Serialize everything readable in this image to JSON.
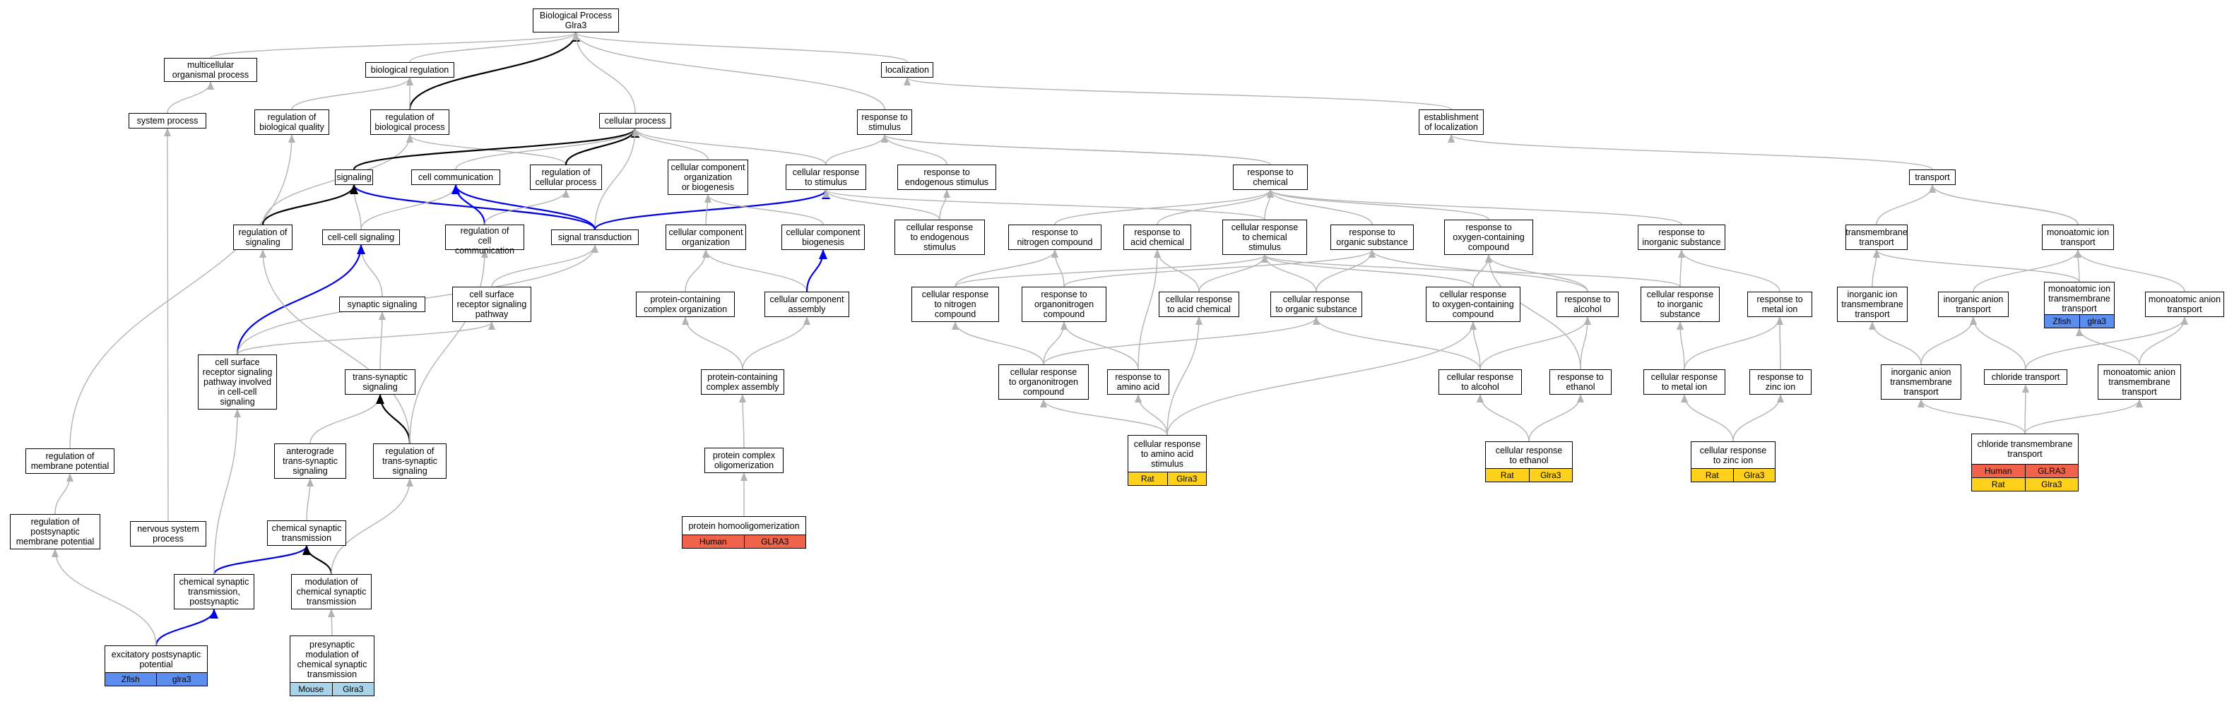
{
  "colors": {
    "edge_gray": "#b3b3b3",
    "edge_black": "#000000",
    "edge_blue": "#0000ee",
    "human": "#f0634a",
    "rat": "#ffd11a",
    "zebrafish": "#5b8def",
    "mouse": "#a9d3e8"
  },
  "nodes": [
    {
      "id": "n1",
      "label": "Biological Process\nGlra3"
    },
    {
      "id": "n2",
      "label": "multicellular\norganismal process"
    },
    {
      "id": "n3",
      "label": "biological regulation"
    },
    {
      "id": "n4",
      "label": "localization"
    },
    {
      "id": "n5",
      "label": "system process"
    },
    {
      "id": "n6",
      "label": "regulation of\nbiological quality"
    },
    {
      "id": "n7",
      "label": "regulation of\nbiological process"
    },
    {
      "id": "n8",
      "label": "cellular process"
    },
    {
      "id": "n9",
      "label": "response to\nstimulus"
    },
    {
      "id": "n10",
      "label": "establishment\nof localization"
    },
    {
      "id": "n11",
      "label": "signaling"
    },
    {
      "id": "n12",
      "label": "cell communication"
    },
    {
      "id": "n13",
      "label": "regulation of\ncellular process"
    },
    {
      "id": "n14",
      "label": "cellular component\norganization\nor biogenesis"
    },
    {
      "id": "n15",
      "label": "cellular response\nto stimulus"
    },
    {
      "id": "n16",
      "label": "response to\nendogenous stimulus"
    },
    {
      "id": "n17",
      "label": "response to\nchemical"
    },
    {
      "id": "n18",
      "label": "transport"
    },
    {
      "id": "n19",
      "label": "regulation of\nsignaling"
    },
    {
      "id": "n20",
      "label": "cell-cell signaling"
    },
    {
      "id": "n21",
      "label": "regulation of\ncell communication"
    },
    {
      "id": "n22",
      "label": "signal transduction"
    },
    {
      "id": "n23",
      "label": "cellular component\norganization"
    },
    {
      "id": "n24",
      "label": "cellular component\nbiogenesis"
    },
    {
      "id": "n25",
      "label": "cellular response\nto endogenous\nstimulus"
    },
    {
      "id": "n26",
      "label": "response to\nnitrogen compound"
    },
    {
      "id": "n27",
      "label": "response to\nacid chemical"
    },
    {
      "id": "n28",
      "label": "cellular response\nto chemical\nstimulus"
    },
    {
      "id": "n29",
      "label": "response to\norganic substance"
    },
    {
      "id": "n30",
      "label": "response to\noxygen-containing\ncompound"
    },
    {
      "id": "n31",
      "label": "response to\ninorganic substance"
    },
    {
      "id": "n32",
      "label": "transmembrane\ntransport"
    },
    {
      "id": "n33",
      "label": "monoatomic ion\ntransport"
    },
    {
      "id": "n34",
      "label": "synaptic signaling"
    },
    {
      "id": "n35",
      "label": "cell surface\nreceptor signaling\npathway"
    },
    {
      "id": "n36",
      "label": "protein-containing\ncomplex organization"
    },
    {
      "id": "n37",
      "label": "cellular component\nassembly"
    },
    {
      "id": "n38",
      "label": "cellular response\nto nitrogen\ncompound"
    },
    {
      "id": "n39",
      "label": "response to\norganonitrogen\ncompound"
    },
    {
      "id": "n40",
      "label": "cellular response\nto acid chemical"
    },
    {
      "id": "n41",
      "label": "cellular response\nto organic substance"
    },
    {
      "id": "n42",
      "label": "cellular response\nto oxygen-containing\ncompound"
    },
    {
      "id": "n43",
      "label": "response to\nalcohol"
    },
    {
      "id": "n44",
      "label": "cellular response\nto inorganic\nsubstance"
    },
    {
      "id": "n45",
      "label": "response to\nmetal ion"
    },
    {
      "id": "n46",
      "label": "inorganic ion\ntransmembrane\ntransport"
    },
    {
      "id": "n47",
      "label": "inorganic anion\ntransport"
    },
    {
      "id": "n48",
      "label": "monoatomic ion\ntransmembrane\ntransport",
      "tags": [
        {
          "text": "Zfish",
          "color": "zebrafish"
        },
        {
          "text": "glra3",
          "color": "zebrafish"
        }
      ]
    },
    {
      "id": "n49",
      "label": "monoatomic anion\ntransport"
    },
    {
      "id": "n50",
      "label": "cell surface\nreceptor signaling\npathway involved\nin cell-cell\nsignaling"
    },
    {
      "id": "n51",
      "label": "trans-synaptic\nsignaling"
    },
    {
      "id": "n52",
      "label": "protein-containing\ncomplex assembly"
    },
    {
      "id": "n53",
      "label": "cellular response\nto organonitrogen\ncompound"
    },
    {
      "id": "n54",
      "label": "response to\namino acid"
    },
    {
      "id": "n55",
      "label": "cellular response\nto alcohol"
    },
    {
      "id": "n56",
      "label": "response to\nethanol"
    },
    {
      "id": "n57",
      "label": "cellular response\nto metal ion"
    },
    {
      "id": "n58",
      "label": "response to\nzinc ion"
    },
    {
      "id": "n59",
      "label": "inorganic anion\ntransmembrane\ntransport"
    },
    {
      "id": "n60",
      "label": "chloride transport"
    },
    {
      "id": "n61",
      "label": "monoatomic anion\ntransmembrane\ntransport"
    },
    {
      "id": "n62",
      "label": "regulation of\nmembrane potential"
    },
    {
      "id": "n63",
      "label": "anterograde\ntrans-synaptic\nsignaling"
    },
    {
      "id": "n64",
      "label": "regulation of\ntrans-synaptic\nsignaling"
    },
    {
      "id": "n65",
      "label": "protein complex\noligomerization"
    },
    {
      "id": "n66",
      "label": "cellular response\nto amino acid\nstimulus",
      "tags": [
        {
          "text": "Rat",
          "color": "rat"
        },
        {
          "text": "Glra3",
          "color": "rat"
        }
      ]
    },
    {
      "id": "n67",
      "label": "cellular response\nto ethanol",
      "tags": [
        {
          "text": "Rat",
          "color": "rat"
        },
        {
          "text": "Glra3",
          "color": "rat"
        }
      ]
    },
    {
      "id": "n68",
      "label": "cellular response\nto zinc ion",
      "tags": [
        {
          "text": "Rat",
          "color": "rat"
        },
        {
          "text": "Glra3",
          "color": "rat"
        }
      ]
    },
    {
      "id": "n69",
      "label": "chloride transmembrane\ntransport",
      "tags": [
        {
          "text": "Human",
          "color": "human"
        },
        {
          "text": "GLRA3",
          "color": "human"
        },
        {
          "text": "Rat",
          "color": "rat"
        },
        {
          "text": "Glra3",
          "color": "rat"
        }
      ]
    },
    {
      "id": "n70",
      "label": "regulation of\npostsynaptic\nmembrane potential"
    },
    {
      "id": "n71",
      "label": "nervous system\nprocess"
    },
    {
      "id": "n72",
      "label": "chemical synaptic\ntransmission"
    },
    {
      "id": "n73",
      "label": "protein homooligomerization",
      "tags": [
        {
          "text": "Human",
          "color": "human"
        },
        {
          "text": "GLRA3",
          "color": "human"
        }
      ]
    },
    {
      "id": "n74",
      "label": "chemical synaptic\ntransmission,\npostsynaptic"
    },
    {
      "id": "n75",
      "label": "modulation of\nchemical synaptic\ntransmission"
    },
    {
      "id": "n76",
      "label": "excitatory postsynaptic\npotential",
      "tags": [
        {
          "text": "Zfish",
          "color": "zebrafish"
        },
        {
          "text": "glra3",
          "color": "zebrafish"
        }
      ]
    },
    {
      "id": "n77",
      "label": "presynaptic\nmodulation of\nchemical synaptic\ntransmission",
      "tags": [
        {
          "text": "Mouse",
          "color": "mouse"
        },
        {
          "text": "Glra3",
          "color": "mouse"
        }
      ]
    }
  ],
  "edges": [
    {
      "from": "n2",
      "to": "n1",
      "style": "gray"
    },
    {
      "from": "n3",
      "to": "n1",
      "style": "gray"
    },
    {
      "from": "n4",
      "to": "n1",
      "style": "gray"
    },
    {
      "from": "n7",
      "to": "n1",
      "style": "black"
    },
    {
      "from": "n8",
      "to": "n1",
      "style": "gray"
    },
    {
      "from": "n9",
      "to": "n1",
      "style": "gray"
    },
    {
      "from": "n5",
      "to": "n2",
      "style": "gray"
    },
    {
      "from": "n6",
      "to": "n3",
      "style": "gray"
    },
    {
      "from": "n7",
      "to": "n3",
      "style": "gray"
    },
    {
      "from": "n10",
      "to": "n4",
      "style": "gray"
    },
    {
      "from": "n13",
      "to": "n7",
      "style": "gray"
    },
    {
      "from": "n19",
      "to": "n7",
      "style": "gray"
    },
    {
      "from": "n11",
      "to": "n8",
      "style": "black"
    },
    {
      "from": "n12",
      "to": "n8",
      "style": "gray"
    },
    {
      "from": "n13",
      "to": "n8",
      "style": "black"
    },
    {
      "from": "n14",
      "to": "n8",
      "style": "gray"
    },
    {
      "from": "n15",
      "to": "n8",
      "style": "gray"
    },
    {
      "from": "n22",
      "to": "n8",
      "style": "gray"
    },
    {
      "from": "n15",
      "to": "n9",
      "style": "gray"
    },
    {
      "from": "n16",
      "to": "n9",
      "style": "gray"
    },
    {
      "from": "n17",
      "to": "n9",
      "style": "gray"
    },
    {
      "from": "n18",
      "to": "n10",
      "style": "gray"
    },
    {
      "from": "n20",
      "to": "n11",
      "style": "gray"
    },
    {
      "from": "n22",
      "to": "n11",
      "style": "blue"
    },
    {
      "from": "n19",
      "to": "n11",
      "style": "black"
    },
    {
      "from": "n20",
      "to": "n12",
      "style": "gray"
    },
    {
      "from": "n21",
      "to": "n12",
      "style": "blue"
    },
    {
      "from": "n22",
      "to": "n12",
      "style": "blue"
    },
    {
      "from": "n21",
      "to": "n13",
      "style": "gray"
    },
    {
      "from": "n22",
      "to": "n15",
      "style": "blue"
    },
    {
      "from": "n23",
      "to": "n14",
      "style": "gray"
    },
    {
      "from": "n24",
      "to": "n14",
      "style": "gray"
    },
    {
      "from": "n25",
      "to": "n15",
      "style": "gray"
    },
    {
      "from": "n28",
      "to": "n15",
      "style": "gray"
    },
    {
      "from": "n25",
      "to": "n16",
      "style": "gray"
    },
    {
      "from": "n26",
      "to": "n17",
      "style": "gray"
    },
    {
      "from": "n27",
      "to": "n17",
      "style": "gray"
    },
    {
      "from": "n28",
      "to": "n17",
      "style": "gray"
    },
    {
      "from": "n29",
      "to": "n17",
      "style": "gray"
    },
    {
      "from": "n30",
      "to": "n17",
      "style": "gray"
    },
    {
      "from": "n31",
      "to": "n17",
      "style": "gray"
    },
    {
      "from": "n32",
      "to": "n18",
      "style": "gray"
    },
    {
      "from": "n33",
      "to": "n18",
      "style": "gray"
    },
    {
      "from": "n34",
      "to": "n20",
      "style": "gray"
    },
    {
      "from": "n50",
      "to": "n20",
      "style": "blue"
    },
    {
      "from": "n35",
      "to": "n22",
      "style": "gray"
    },
    {
      "from": "n36",
      "to": "n23",
      "style": "gray"
    },
    {
      "from": "n37",
      "to": "n23",
      "style": "gray"
    },
    {
      "from": "n37",
      "to": "n24",
      "style": "blue"
    },
    {
      "from": "n38",
      "to": "n26",
      "style": "gray"
    },
    {
      "from": "n39",
      "to": "n26",
      "style": "gray"
    },
    {
      "from": "n40",
      "to": "n27",
      "style": "gray"
    },
    {
      "from": "n38",
      "to": "n28",
      "style": "gray"
    },
    {
      "from": "n40",
      "to": "n28",
      "style": "gray"
    },
    {
      "from": "n41",
      "to": "n28",
      "style": "gray"
    },
    {
      "from": "n42",
      "to": "n28",
      "style": "gray"
    },
    {
      "from": "n44",
      "to": "n28",
      "style": "gray"
    },
    {
      "from": "n39",
      "to": "n29",
      "style": "gray"
    },
    {
      "from": "n41",
      "to": "n29",
      "style": "gray"
    },
    {
      "from": "n43",
      "to": "n29",
      "style": "gray"
    },
    {
      "from": "n42",
      "to": "n30",
      "style": "gray"
    },
    {
      "from": "n43",
      "to": "n30",
      "style": "gray"
    },
    {
      "from": "n44",
      "to": "n31",
      "style": "gray"
    },
    {
      "from": "n45",
      "to": "n31",
      "style": "gray"
    },
    {
      "from": "n46",
      "to": "n32",
      "style": "gray"
    },
    {
      "from": "n48",
      "to": "n32",
      "style": "gray"
    },
    {
      "from": "n47",
      "to": "n33",
      "style": "gray"
    },
    {
      "from": "n48",
      "to": "n33",
      "style": "gray"
    },
    {
      "from": "n49",
      "to": "n33",
      "style": "gray"
    },
    {
      "from": "n51",
      "to": "n34",
      "style": "gray"
    },
    {
      "from": "n50",
      "to": "n35",
      "style": "gray"
    },
    {
      "from": "n52",
      "to": "n36",
      "style": "gray"
    },
    {
      "from": "n52",
      "to": "n37",
      "style": "gray"
    },
    {
      "from": "n53",
      "to": "n38",
      "style": "gray"
    },
    {
      "from": "n53",
      "to": "n39",
      "style": "gray"
    },
    {
      "from": "n54",
      "to": "n39",
      "style": "gray"
    },
    {
      "from": "n53",
      "to": "n41",
      "style": "gray"
    },
    {
      "from": "n55",
      "to": "n41",
      "style": "gray"
    },
    {
      "from": "n55",
      "to": "n42",
      "style": "gray"
    },
    {
      "from": "n55",
      "to": "n43",
      "style": "gray"
    },
    {
      "from": "n56",
      "to": "n43",
      "style": "gray"
    },
    {
      "from": "n57",
      "to": "n44",
      "style": "gray"
    },
    {
      "from": "n57",
      "to": "n45",
      "style": "gray"
    },
    {
      "from": "n58",
      "to": "n45",
      "style": "gray"
    },
    {
      "from": "n59",
      "to": "n46",
      "style": "gray"
    },
    {
      "from": "n59",
      "to": "n47",
      "style": "gray"
    },
    {
      "from": "n60",
      "to": "n47",
      "style": "gray"
    },
    {
      "from": "n61",
      "to": "n48",
      "style": "gray"
    },
    {
      "from": "n61",
      "to": "n49",
      "style": "gray"
    },
    {
      "from": "n60",
      "to": "n49",
      "style": "gray"
    },
    {
      "from": "n63",
      "to": "n51",
      "style": "gray"
    },
    {
      "from": "n64",
      "to": "n51",
      "style": "black"
    },
    {
      "from": "n64",
      "to": "n21",
      "style": "gray"
    },
    {
      "from": "n64",
      "to": "n19",
      "style": "gray"
    },
    {
      "from": "n65",
      "to": "n52",
      "style": "gray"
    },
    {
      "from": "n66",
      "to": "n53",
      "style": "gray"
    },
    {
      "from": "n66",
      "to": "n54",
      "style": "gray"
    },
    {
      "from": "n66",
      "to": "n40",
      "style": "gray"
    },
    {
      "from": "n66",
      "to": "n42",
      "style": "gray"
    },
    {
      "from": "n67",
      "to": "n55",
      "style": "gray"
    },
    {
      "from": "n67",
      "to": "n56",
      "style": "gray"
    },
    {
      "from": "n68",
      "to": "n57",
      "style": "gray"
    },
    {
      "from": "n68",
      "to": "n58",
      "style": "gray"
    },
    {
      "from": "n69",
      "to": "n59",
      "style": "gray"
    },
    {
      "from": "n69",
      "to": "n60",
      "style": "gray"
    },
    {
      "from": "n69",
      "to": "n61",
      "style": "gray"
    },
    {
      "from": "n62",
      "to": "n6",
      "style": "gray"
    },
    {
      "from": "n70",
      "to": "n62",
      "style": "gray"
    },
    {
      "from": "n71",
      "to": "n5",
      "style": "gray"
    },
    {
      "from": "n72",
      "to": "n63",
      "style": "gray"
    },
    {
      "from": "n73",
      "to": "n65",
      "style": "gray"
    },
    {
      "from": "n74",
      "to": "n72",
      "style": "blue"
    },
    {
      "from": "n74",
      "to": "n50",
      "style": "gray"
    },
    {
      "from": "n75",
      "to": "n72",
      "style": "black"
    },
    {
      "from": "n75",
      "to": "n64",
      "style": "gray"
    },
    {
      "from": "n76",
      "to": "n74",
      "style": "blue"
    },
    {
      "from": "n76",
      "to": "n70",
      "style": "gray"
    },
    {
      "from": "n77",
      "to": "n75",
      "style": "gray"
    },
    {
      "from": "n54",
      "to": "n27",
      "style": "gray"
    },
    {
      "from": "n56",
      "to": "n30",
      "style": "gray"
    },
    {
      "from": "n58",
      "to": "n45",
      "style": "gray"
    },
    {
      "from": "n50",
      "to": "n22",
      "style": "gray"
    },
    {
      "from": "n33",
      "to": "n18",
      "style": "gray"
    },
    {
      "from": "n17",
      "to": "n9",
      "style": "gray"
    }
  ]
}
